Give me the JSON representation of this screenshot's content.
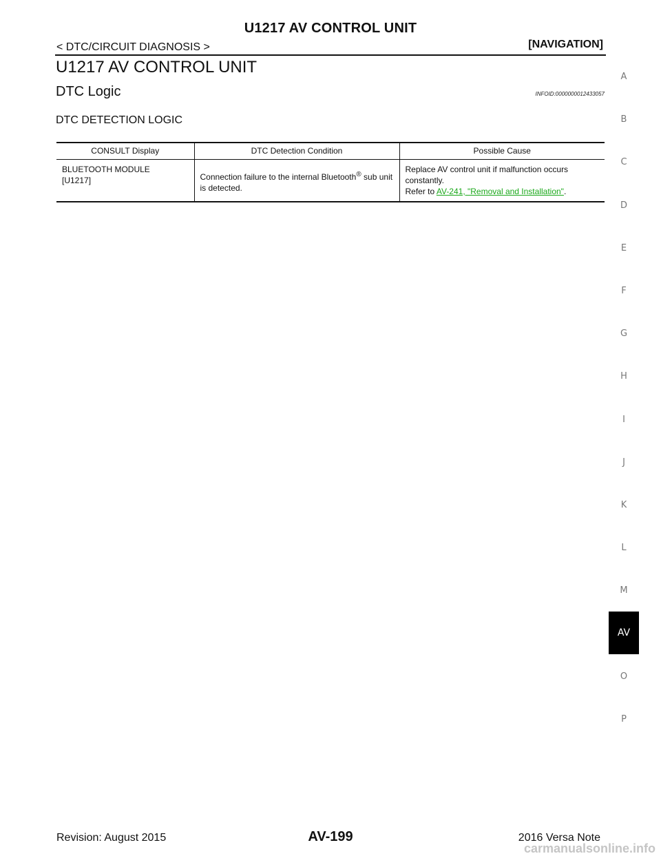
{
  "header": {
    "title": "U1217 AV CONTROL UNIT",
    "breadcrumb": "< DTC/CIRCUIT DIAGNOSIS >",
    "category": "[NAVIGATION]"
  },
  "section": {
    "title": "U1217 AV CONTROL UNIT",
    "subtitle": "DTC Logic",
    "info_id": "INFOID:0000000012433057",
    "heading": "DTC DETECTION LOGIC"
  },
  "table": {
    "columns": [
      "CONSULT Display",
      "DTC Detection Condition",
      "Possible Cause"
    ],
    "rows": [
      {
        "consult_line1": "BLUETOOTH MODULE",
        "consult_line2": "[U1217]",
        "condition_pre": "Connection failure to the internal Bluetooth",
        "condition_sup": "®",
        "condition_post": " sub unit is detected.",
        "cause_text": "Replace AV control unit if malfunction occurs constantly.",
        "cause_refer": "Refer to ",
        "cause_link": "AV-241, \"Removal and Installation\"",
        "cause_end": "."
      }
    ]
  },
  "side_index": {
    "letters": [
      "A",
      "B",
      "C",
      "D",
      "E",
      "F",
      "G",
      "H",
      "I",
      "J",
      "K",
      "L",
      "M",
      "AV",
      "O",
      "P"
    ],
    "active": "AV"
  },
  "footer": {
    "revision": "Revision: August 2015",
    "page": "AV-199",
    "model": "2016 Versa Note"
  },
  "watermark": "carmanualsonline.info"
}
